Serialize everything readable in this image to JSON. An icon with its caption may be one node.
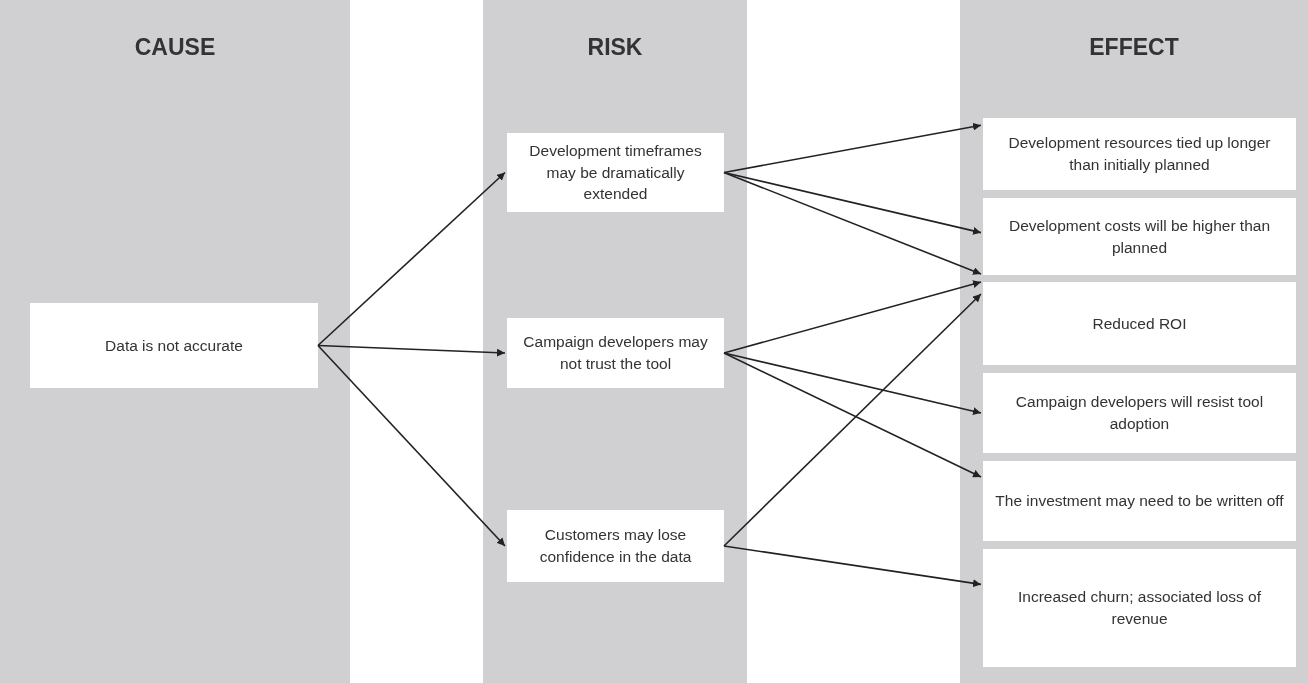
{
  "diagram": {
    "nodes": [
      {
        "text": [
          "CAUSE"
        ]
      },
      {
        "text": [
          "RISK"
        ]
      },
      {
        "text": [
          "EFFECT"
        ]
      },
      {
        "text": [
          "Data is not accurate"
        ],
        "in": 0
      },
      {
        "text": [
          "Development timeframes may be dramatically extended"
        ],
        "in": 1
      },
      {
        "text": [
          "Campaign developers may not trust the tool"
        ],
        "in": 1
      },
      {
        "text": [
          "Customers may lose confidence in the data"
        ],
        "in": 1
      },
      {
        "text": [
          "Development resources tied up longer than initially planned"
        ],
        "in": 2
      },
      {
        "text": [
          "Development costs will be higher than planned"
        ],
        "in": 2
      },
      {
        "text": [
          "Reduced ROI"
        ],
        "in": 2
      },
      {
        "text": [
          "Campaign developers will resist tool adoption"
        ],
        "in": 2
      },
      {
        "text": [
          "The investment may need to be written off"
        ],
        "in": 2
      },
      {
        "text": [
          "Increased churn; associated loss of revenue"
        ],
        "in": 2
      }
    ],
    "edges": [
      {
        "from": 3,
        "to": 4,
        "arrow": "to"
      },
      {
        "from": 3,
        "to": 5,
        "arrow": "to"
      },
      {
        "from": 3,
        "to": 6,
        "arrow": "to"
      },
      {
        "from": 4,
        "to": 7,
        "arrow": "to"
      },
      {
        "from": 4,
        "to": 8,
        "arrow": "to"
      },
      {
        "from": 4,
        "to": 9,
        "arrow": "to"
      },
      {
        "from": 5,
        "to": 9,
        "arrow": "to"
      },
      {
        "from": 5,
        "to": 10,
        "arrow": "to"
      },
      {
        "from": 5,
        "to": 11,
        "arrow": "to"
      },
      {
        "from": 6,
        "to": 9,
        "arrow": "to"
      },
      {
        "from": 6,
        "to": 12,
        "arrow": "to"
      }
    ]
  }
}
